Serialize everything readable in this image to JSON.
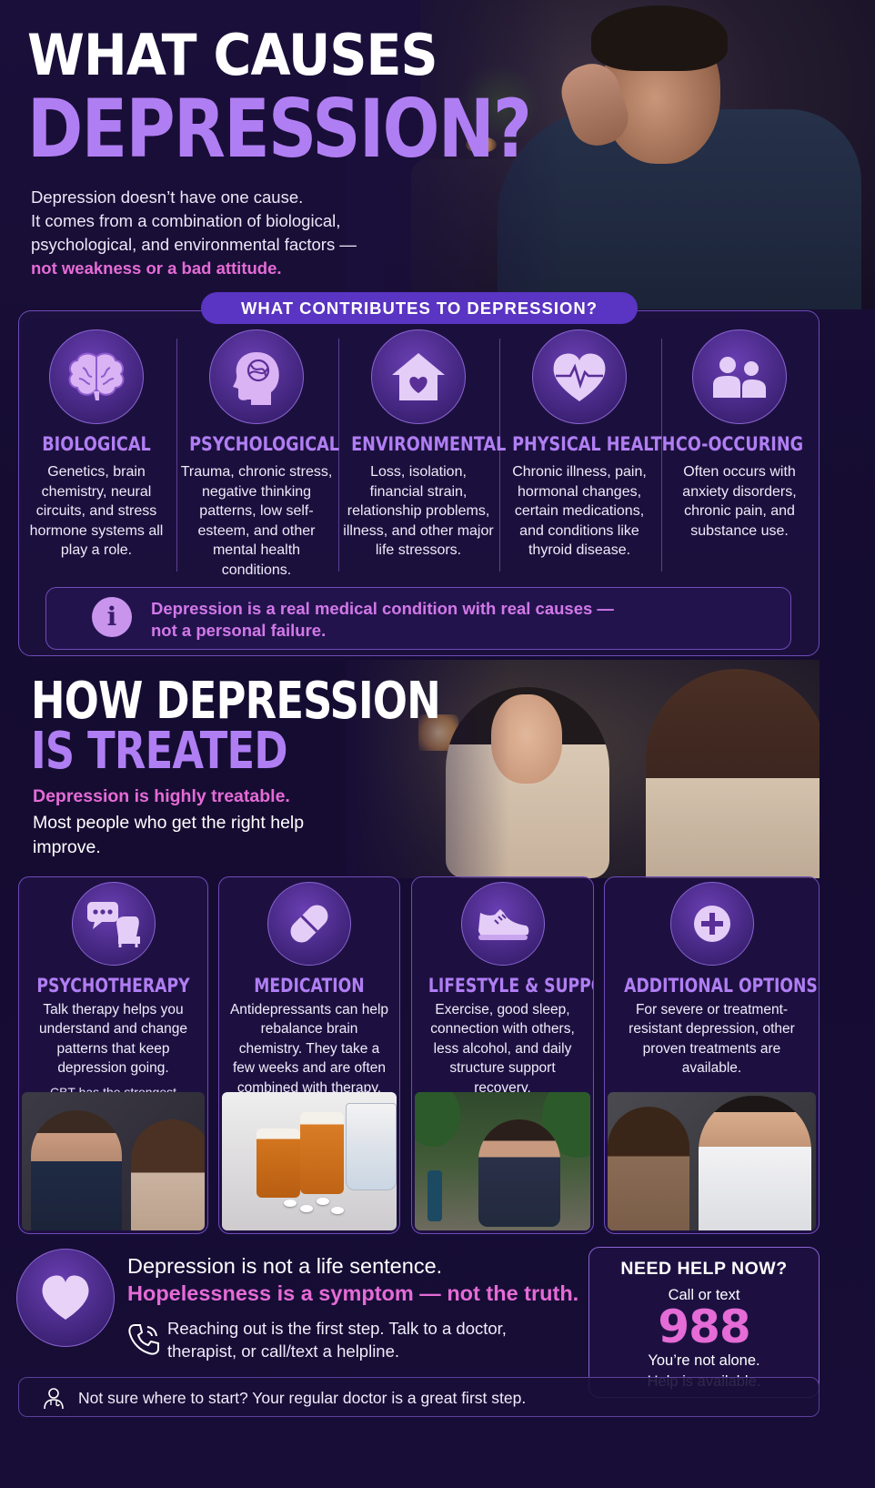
{
  "hero": {
    "title_line1": "WHAT CAUSES",
    "title_line2": "DEPRESSION?",
    "intro_line1": "Depression doesn’t have one cause.",
    "intro_line2": "It comes from a combination of biological,",
    "intro_line3": "psychological, and environmental factors —",
    "intro_highlight": "not weakness or a bad attitude."
  },
  "contributes": {
    "heading": "WHAT CONTRIBUTES TO DEPRESSION?",
    "causes": [
      {
        "title": "BIOLOGICAL",
        "icon": "brain-icon",
        "text": "Genetics, brain chemistry, neural circuits, and stress hormone systems all play a role."
      },
      {
        "title": "PSYCHOLOGICAL",
        "icon": "head-thoughts-icon",
        "text": "Trauma, chronic stress, negative thinking patterns, low self-esteem, and other mental health conditions."
      },
      {
        "title": "ENVIRONMENTAL",
        "icon": "house-heart-icon",
        "text": "Loss, isolation, financial strain, relationship problems, illness, and other major life stressors."
      },
      {
        "title": "PHYSICAL HEALTH",
        "icon": "heart-pulse-icon",
        "text": "Chronic illness, pain, hormonal changes, certain medications, and conditions like thyroid disease."
      },
      {
        "title": "CO-OCCURING",
        "icon": "people-icon",
        "text": "Often occurs with anxiety disorders, chronic pain, and substance use."
      }
    ],
    "note_line1": "Depression is a real medical condition with real causes —",
    "note_line2": "not a personal failure."
  },
  "treated": {
    "title_line1": "HOW DEPRESSION",
    "title_line2": "IS TREATED",
    "highlight": "Depression is highly treatable.",
    "intro": "Most people who get the right help improve.",
    "cards": [
      {
        "title": "PSYCHOTHERAPY",
        "icon": "chat-chair-icon",
        "text": "Talk therapy helps you understand and change patterns that keep depression going.",
        "note": "CBT has the strongest evidence for depression."
      },
      {
        "title": "MEDICATION",
        "icon": "pill-icon",
        "text": "Antidepressants can help rebalance brain chemistry. They take a few weeks and are often combined with therapy.",
        "note": ""
      },
      {
        "title": "LIFESTYLE & SUPPORT",
        "icon": "sneaker-icon",
        "text": "Exercise, good sleep, connection with others, less alcohol, and daily structure support recovery.",
        "note": ""
      },
      {
        "title": "ADDITIONAL OPTIONS",
        "icon": "plus-icon",
        "text": "For severe or treatment-resistant depression, other proven treatments are available.",
        "note": ""
      }
    ]
  },
  "bottom": {
    "line1": "Depression is not a life sentence.",
    "line2": "Hopelessness is a symptom — not the truth.",
    "small": "Reaching out is the first step. Talk to a doctor, therapist, or call/text a helpline.",
    "help_title": "NEED HELP NOW?",
    "help_call": "Call or text",
    "help_number": "988",
    "help_sub1": "You’re not alone.",
    "help_sub2": "Help is available.",
    "footer": "Not sure where to start? Your regular doctor is a great first step."
  },
  "colors": {
    "accent_purple": "#b07ef3",
    "accent_pink": "#e56bd6",
    "background": "#170d36",
    "pill": "#5a34c2"
  }
}
